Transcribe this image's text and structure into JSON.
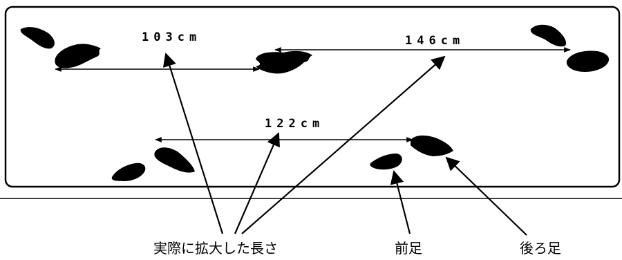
{
  "measurements": {
    "upper_left": "103cm",
    "upper_right": "146cm",
    "lower": "122cm"
  },
  "labels": {
    "enlarged_length": "実際に拡大した長さ",
    "front_foot": "前足",
    "hind_foot": "後ろ足"
  },
  "colors": {
    "ink": "#000000",
    "background": "#ffffff"
  }
}
